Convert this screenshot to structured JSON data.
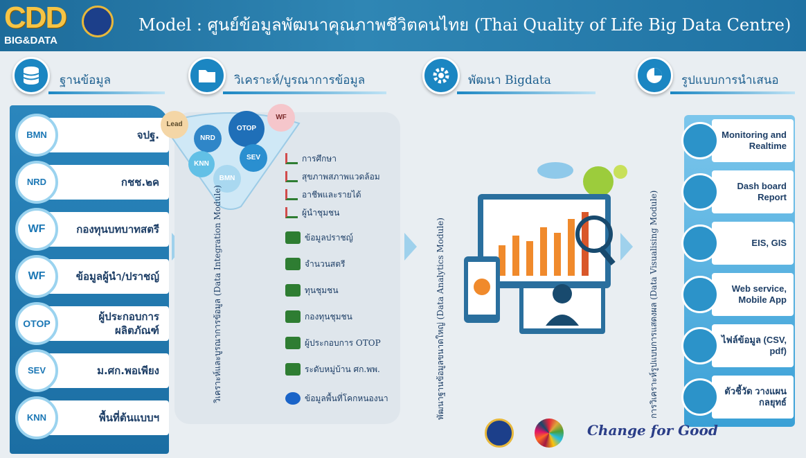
{
  "header": {
    "logo_main": "CDD",
    "logo_sub": "BIG&DATA",
    "title": "Model : ศูนย์ข้อมูลพัฒนาคุณภาพชีวิตคนไทย (Thai Quality of Life Big Data Centre)"
  },
  "sections": [
    {
      "title": "ฐานข้อมูล",
      "icon": "database-icon"
    },
    {
      "title": "วิเคราะห์/บูรณาการข้อมูล",
      "icon": "folder-icon"
    },
    {
      "title": "พัฒนา Bigdata",
      "icon": "gear-icon"
    },
    {
      "title": "รูปแบบการนำเสนอ",
      "icon": "pie-chart-icon"
    }
  ],
  "databases": [
    {
      "code": "BMN",
      "label": "จปฐ."
    },
    {
      "code": "NRD",
      "label": "กชช.๒ค"
    },
    {
      "code": "WF",
      "label": "กองทุนบทบาทสตรี"
    },
    {
      "code": "WF",
      "label": "ข้อมูลผู้นำ/ปราชญ์"
    },
    {
      "code": "OTOP",
      "label": "ผู้ประกอบการ ผลิตภัณฑ์"
    },
    {
      "code": "SEV",
      "label": "ม.ศก.พอเพียง"
    },
    {
      "code": "KNN",
      "label": "พื้นที่ต้นแบบฯ"
    }
  ],
  "funnel_bubbles": [
    {
      "label": "Lead",
      "color": "#f4d6a6"
    },
    {
      "label": "NRD",
      "color": "#2f86c8"
    },
    {
      "label": "OTOP",
      "color": "#1f6fb8"
    },
    {
      "label": "WF",
      "color": "#f5c6cb"
    },
    {
      "label": "KNN",
      "color": "#62c0e6"
    },
    {
      "label": "SEV",
      "color": "#2a8fd0"
    },
    {
      "label": "BMN",
      "color": "#a9d8f0"
    }
  ],
  "integration": {
    "vertical_label": "วิเคราะห์และบูรณาการข้อมูล (Data Integration Module)",
    "topics_chart": [
      "การศึกษา",
      "สุขภาพสภาพแวดล้อม",
      "อาชีพและรายได้",
      "ผู้นำชุมชน"
    ],
    "topics_data": [
      "ข้อมูลปราชญ์",
      "จำนวนสตรี",
      "ทุนชุมชน",
      "กองทุนชุมชน",
      "ผู้ประกอบการ OTOP",
      "ระดับหมู่บ้าน ศก.พพ.",
      "ข้อมูลพื้นที่โคกหนองนา"
    ]
  },
  "analytics": {
    "vertical_label": "พัฒนาฐานข้อมูลขนาดใหญ่ (Data Analytics Module)"
  },
  "visualising": {
    "vertical_label": "การวิเคราะห์รูปแบบการแสดงผล (Data Visualising Module)"
  },
  "outputs": [
    {
      "label": "Monitoring and Realtime",
      "icon": "chart-icon"
    },
    {
      "label": "Dash board Report",
      "icon": "dashboard-icon"
    },
    {
      "label": "EIS, GIS",
      "icon": "map-pin-icon"
    },
    {
      "label": "Web service, Mobile App",
      "icon": "mobile-icon"
    },
    {
      "label": "ไฟล์ข้อมูล (CSV, pdf)",
      "icon": "file-icon"
    },
    {
      "label": "ตัวชี้วัด วางแผนกลยุทธ์",
      "icon": "target-icon"
    }
  ],
  "footer": {
    "slogan": "Change for Good"
  }
}
